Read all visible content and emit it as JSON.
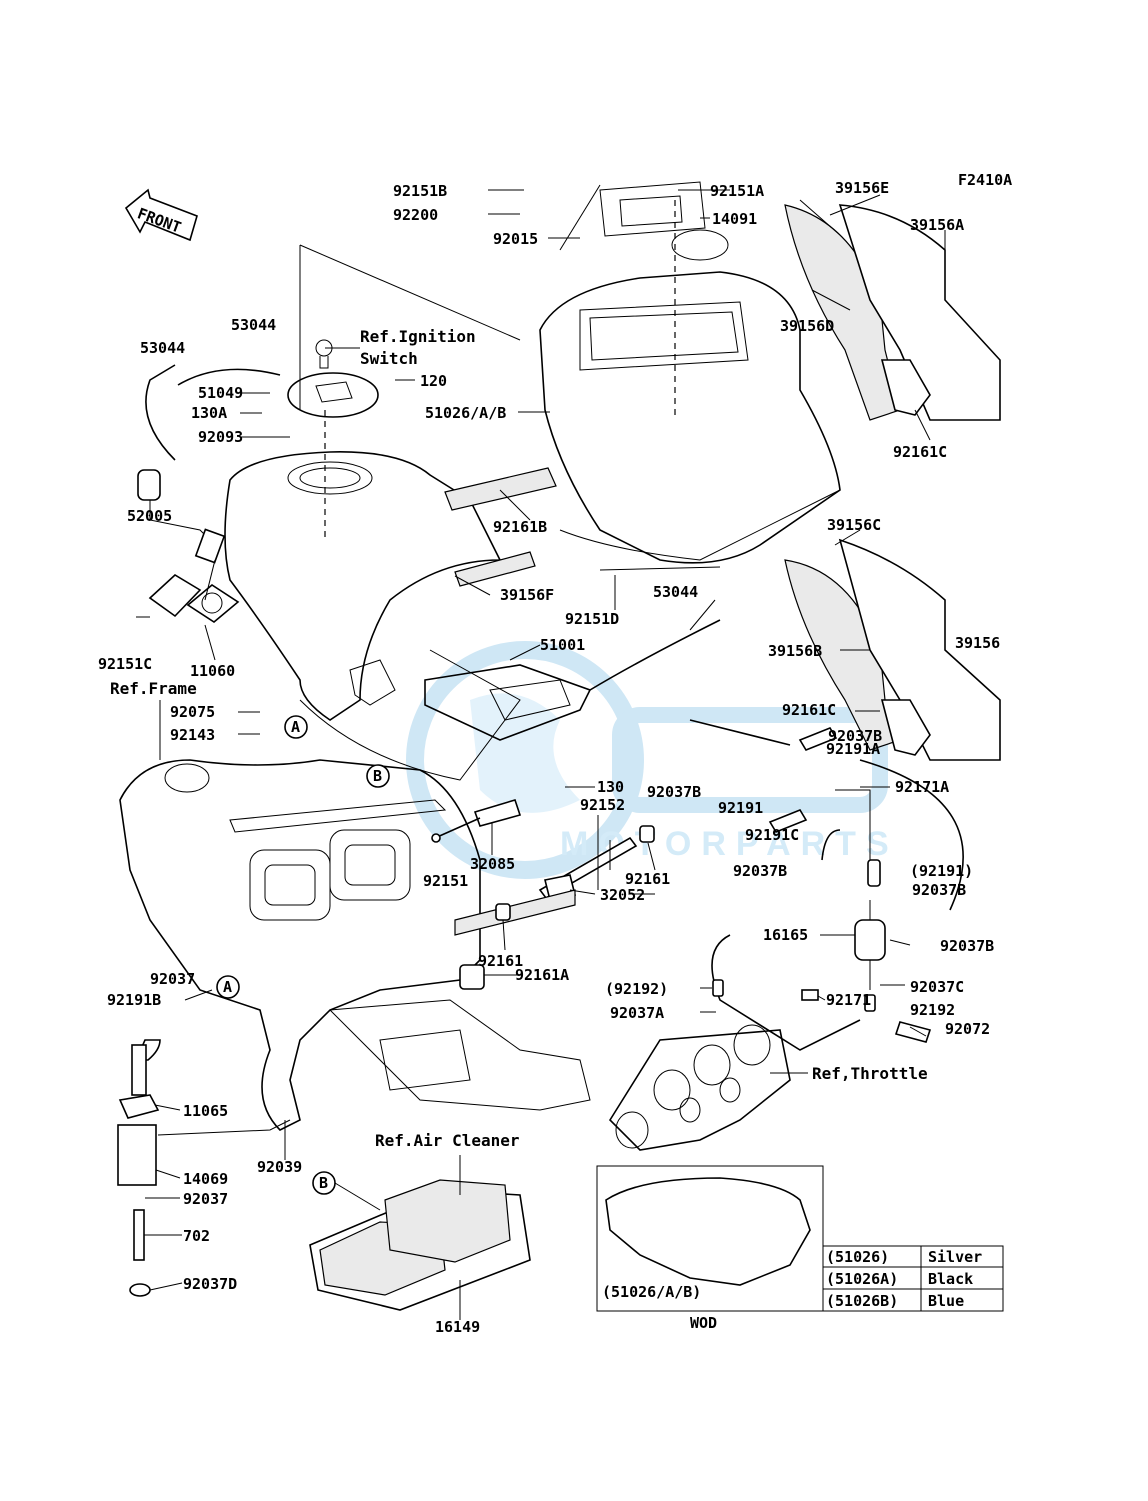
{
  "figure_code": "F2410A",
  "front_label": "FRONT",
  "wod_label": "WOD",
  "refs": {
    "ignition": "Ref.Ignition",
    "ignition2": "Switch",
    "frame": "Ref.Frame",
    "throttle": "Ref,Throttle",
    "air_cleaner": "Ref.Air Cleaner"
  },
  "parts": {
    "p92151B": "92151B",
    "p92200": "92200",
    "p92015": "92015",
    "p92151A": "92151A",
    "p14091": "14091",
    "p39156E": "39156E",
    "p39156A": "39156A",
    "p39156D": "39156D",
    "p92161C_top": "92161C",
    "p53044_a": "53044",
    "p53044_b": "53044",
    "p51049": "51049",
    "p130A": "130A",
    "p92093": "92093",
    "p120": "120",
    "p51026AB": "51026/A/B",
    "p92161B": "92161B",
    "p39156F": "39156F",
    "p39156C": "39156C",
    "p52005": "52005",
    "p92151D": "92151D",
    "p53044_c": "53044",
    "p51001": "51001",
    "p39156B": "39156B",
    "p39156": "39156",
    "p92151C": "92151C",
    "p11060": "11060",
    "p92075": "92075",
    "p92143": "92143",
    "p92161C_mid": "92161C",
    "p92037B_1": "92037B",
    "p92191A": "92191A",
    "p130": "130",
    "p92037B_2": "92037B",
    "p92171A": "92171A",
    "p92152": "92152",
    "p92191": "92191",
    "p92191C": "92191C",
    "p32085": "32085",
    "p92151": "92151",
    "p92161": "92161",
    "p92191_paren": "(92191)",
    "p92037B_3": "92037B",
    "p92037B_4": "92037B",
    "p32052": "32052",
    "p16165": "16165",
    "p92037B_5": "92037B",
    "p92161_b": "92161",
    "p92037": "92037",
    "p92161A": "92161A",
    "p92191B": "92191B",
    "p92192_paren": "(92192)",
    "p92171": "92171",
    "p92037C": "92037C",
    "p92192": "92192",
    "p92037A": "92037A",
    "p92072": "92072",
    "p11065": "11065",
    "p92039": "92039",
    "p14069": "14069",
    "p92037_b": "92037",
    "p702": "702",
    "p92037D": "92037D",
    "p16149": "16149",
    "callout_A": "A",
    "callout_B": "B"
  },
  "color_table": {
    "caption": "(51026/A/B)",
    "rows": [
      {
        "part": "(51026)",
        "color": "Silver"
      },
      {
        "part": "(51026A)",
        "color": "Black"
      },
      {
        "part": "(51026B)",
        "color": "Blue"
      }
    ]
  },
  "watermark": {
    "logo": "oem",
    "text": "MOTORPARTS",
    "color": "#cfe7f5"
  }
}
